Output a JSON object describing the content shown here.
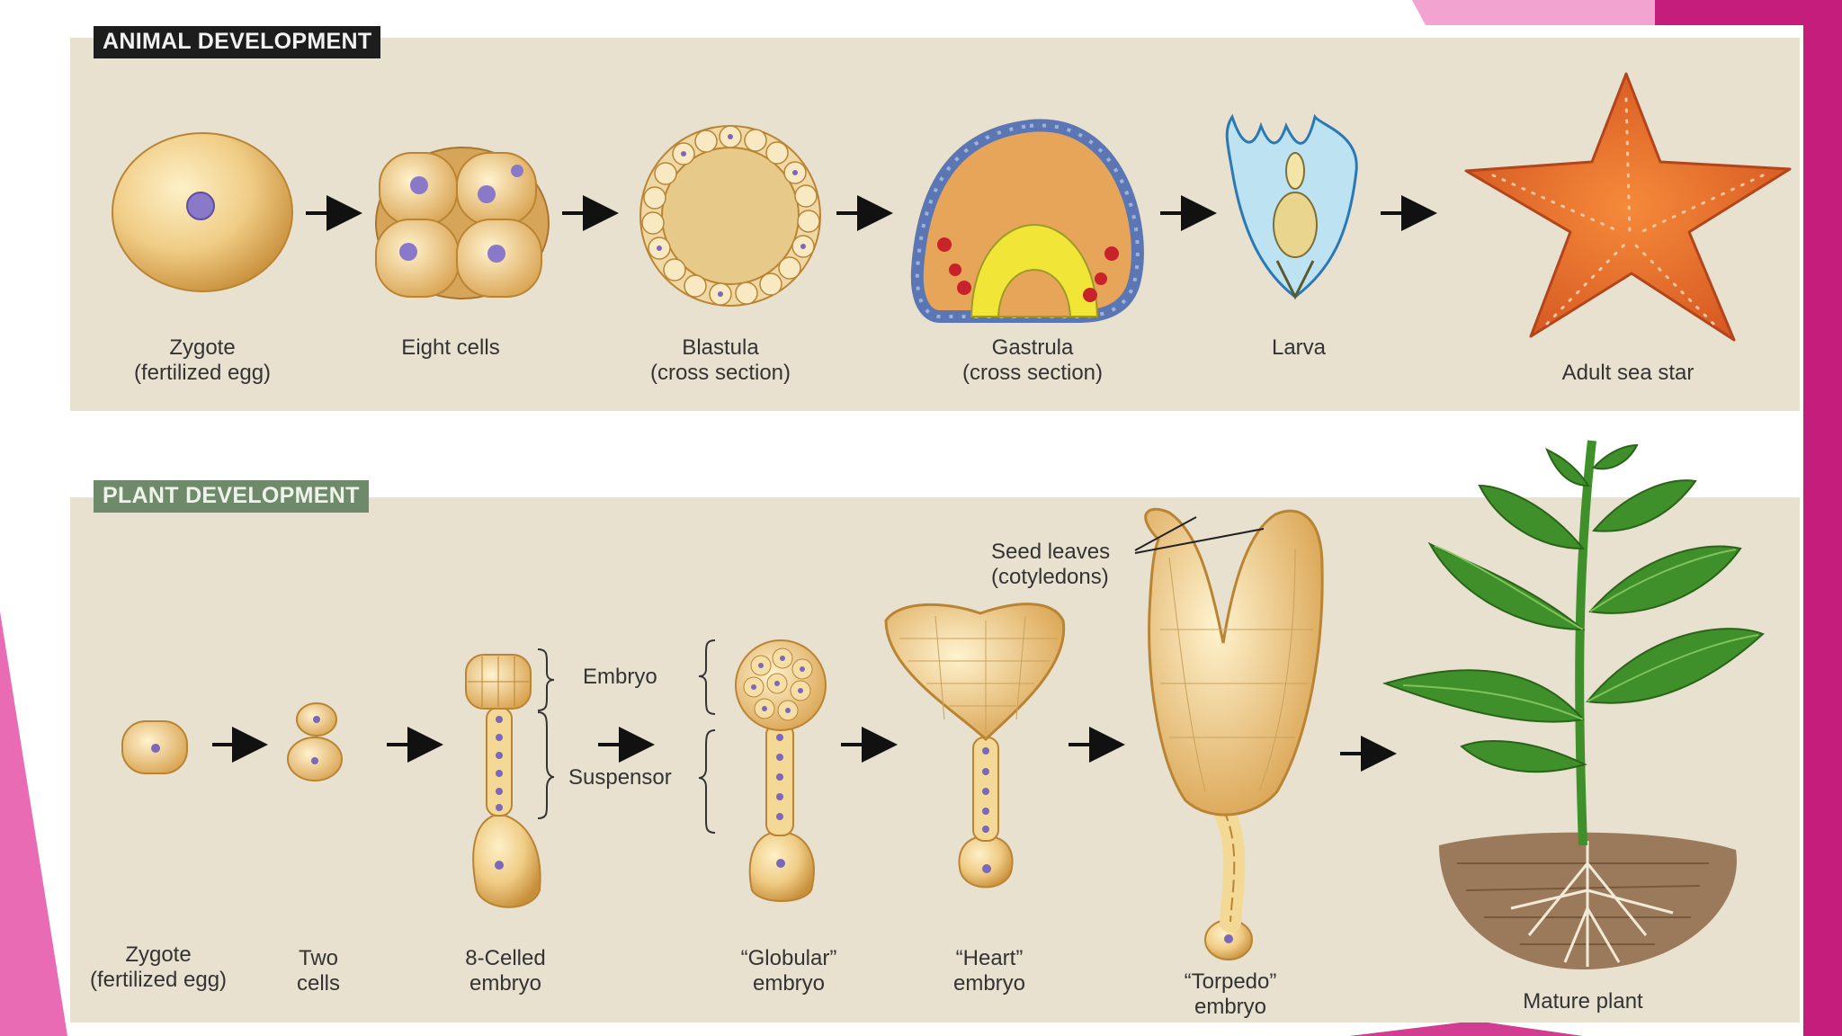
{
  "sections": {
    "animal": {
      "title": "ANIMAL DEVELOPMENT",
      "stages": [
        {
          "line1": "Zygote",
          "line2": "(fertilized egg)"
        },
        {
          "line1": "Eight cells",
          "line2": ""
        },
        {
          "line1": "Blastula",
          "line2": "(cross section)"
        },
        {
          "line1": "Gastrula",
          "line2": "(cross section)"
        },
        {
          "line1": "Larva",
          "line2": ""
        },
        {
          "line1": "Adult sea star",
          "line2": ""
        }
      ]
    },
    "plant": {
      "title": "PLANT DEVELOPMENT",
      "stages": [
        {
          "line1": "Zygote",
          "line2": "(fertilized egg)"
        },
        {
          "line1": "Two",
          "line2": "cells"
        },
        {
          "line1": "8-Celled",
          "line2": "embryo"
        },
        {
          "line1": "“Globular”",
          "line2": "embryo"
        },
        {
          "line1": "“Heart”",
          "line2": "embryo"
        },
        {
          "line1": "“Torpedo”",
          "line2": "embryo"
        },
        {
          "line1": "Mature plant",
          "line2": ""
        }
      ],
      "annotations": {
        "embryo": "Embryo",
        "suspensor": "Suspensor",
        "seed_leaves_1": "Seed leaves",
        "seed_leaves_2": "(cotyledons)"
      }
    }
  },
  "colors": {
    "panel": "#e8e1cf",
    "accent_pink": "#e96bb3",
    "accent_magenta": "#c3187a",
    "cell": "#e9bf6e",
    "nucleus": "#8a78c8",
    "sea_star": "#e0672a",
    "leaf": "#3f8f2a"
  }
}
